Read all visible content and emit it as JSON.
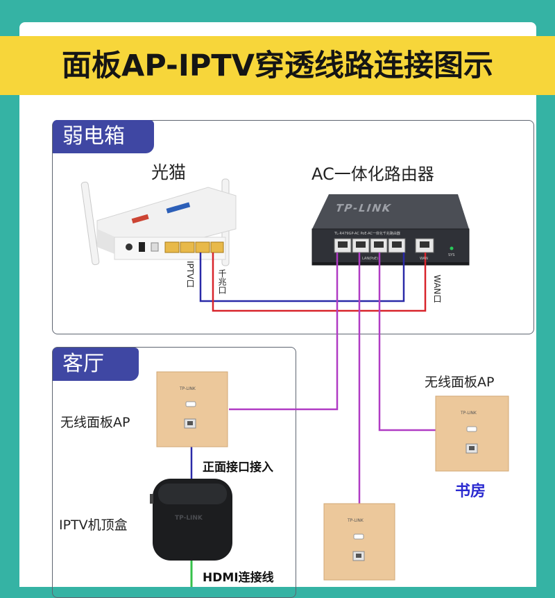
{
  "title": "面板AP-IPTV穿透线路连接图示",
  "sections": {
    "weak_box": "弱电箱",
    "living_room": "客厅"
  },
  "devices": {
    "modem": "光猫",
    "router": "AC一体化路由器",
    "router_brand": "TP-LINK",
    "router_model": "TL-R479GP-AC PoE·AC一体化千兆路由器",
    "router_lan": "LAN(PoE)",
    "router_wan": "WAN",
    "router_sys": "SYS",
    "living_ap": "无线面板AP",
    "study_ap": "无线面板AP",
    "iptv_box": "IPTV机顶盒",
    "study": "书房",
    "panel_brand": "TP-LINK",
    "box_brand": "TP-LINK"
  },
  "ports": {
    "iptv_port": "IPTV口",
    "gigabit_port": "千兆口",
    "wan_port": "WAN口"
  },
  "cables": {
    "front_port": "正面接口接入",
    "hdmi": "HDMI连接线"
  },
  "colors": {
    "background": "#35b3a4",
    "banner": "#f7d63a",
    "tag": "#3f47a3",
    "iptv_line": "#2a2aa8",
    "wan_line": "#d8242b",
    "poe_line": "#b03bc4",
    "hdmi_line": "#35c14a",
    "study_text": "#2b2ad0"
  }
}
